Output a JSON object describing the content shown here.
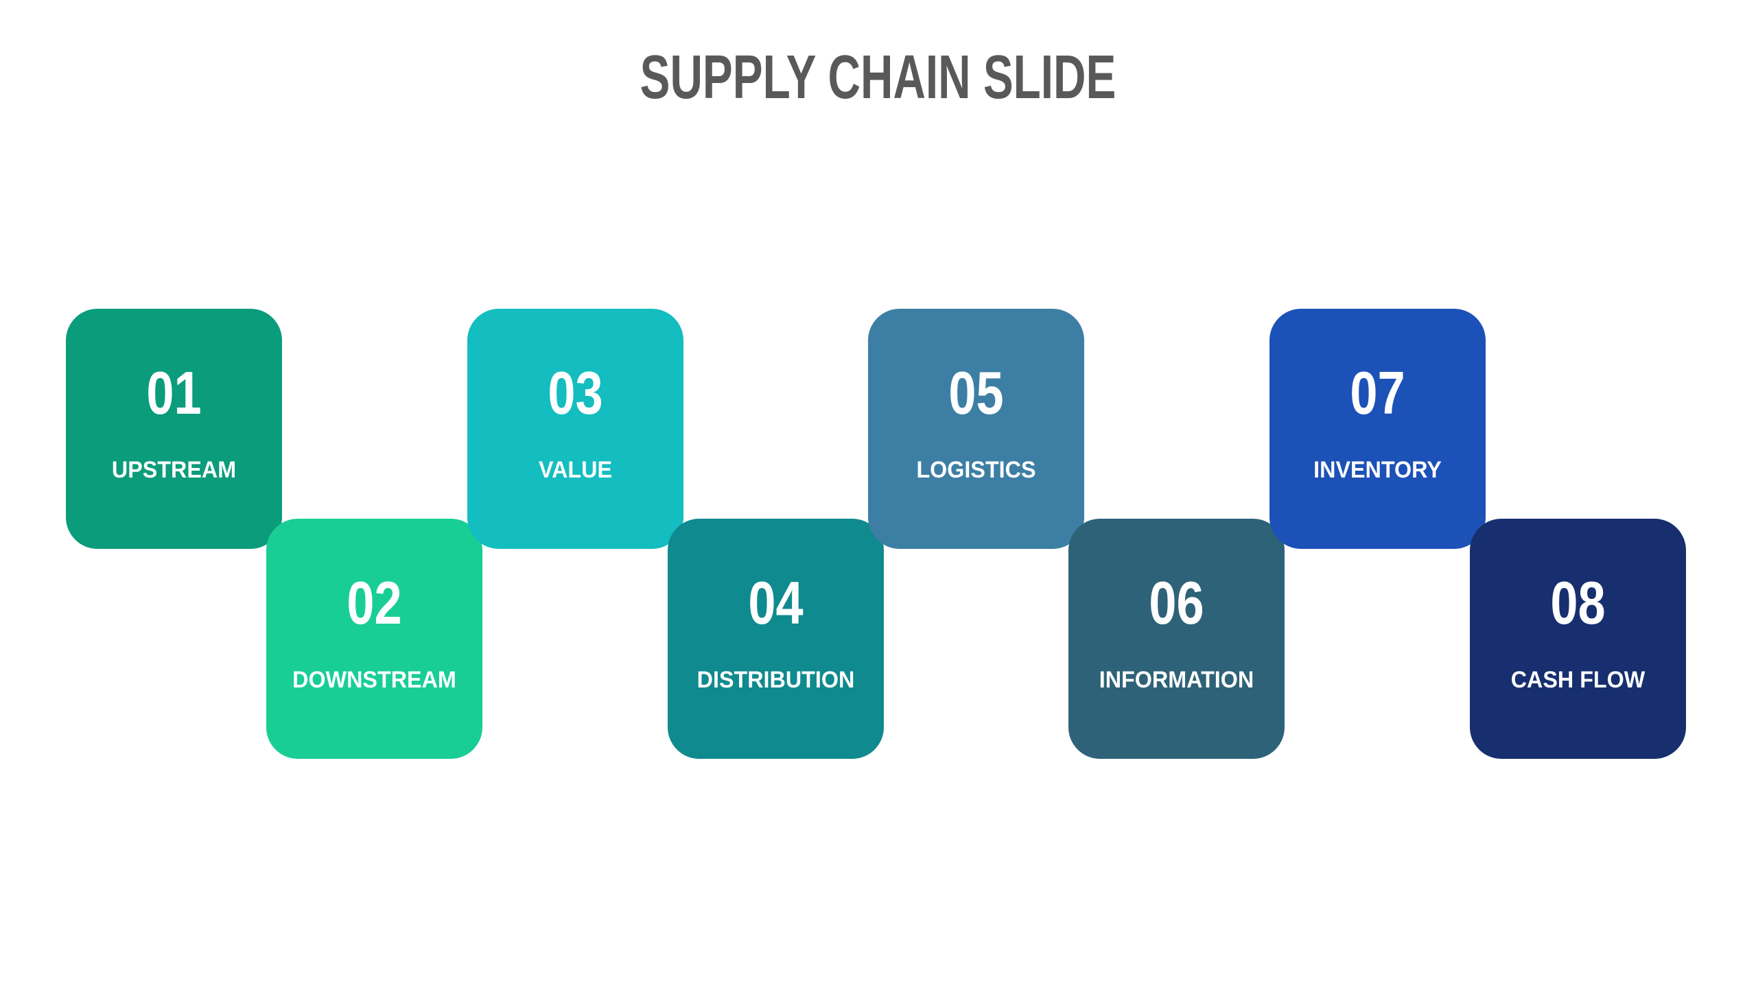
{
  "slide": {
    "title": "SUPPLY CHAIN SLIDE",
    "title_color": "#595959",
    "background_color": "#FFFFFF",
    "card_text_color": "#FFFFFF"
  },
  "cards": [
    {
      "number": "01",
      "label": "UPSTREAM",
      "color": "#0B9C7B"
    },
    {
      "number": "02",
      "label": "DOWNSTREAM",
      "color": "#19CE95"
    },
    {
      "number": "03",
      "label": "VALUE",
      "color": "#14BDBF"
    },
    {
      "number": "04",
      "label": "DISTRIBUTION",
      "color": "#0F8A8E"
    },
    {
      "number": "05",
      "label": "LOGISTICS",
      "color": "#3D7FA4"
    },
    {
      "number": "06",
      "label": "INFORMATION",
      "color": "#2E6278"
    },
    {
      "number": "07",
      "label": "INVENTORY",
      "color": "#1C51B7"
    },
    {
      "number": "08",
      "label": "CASH FLOW",
      "color": "#172F6E"
    }
  ]
}
